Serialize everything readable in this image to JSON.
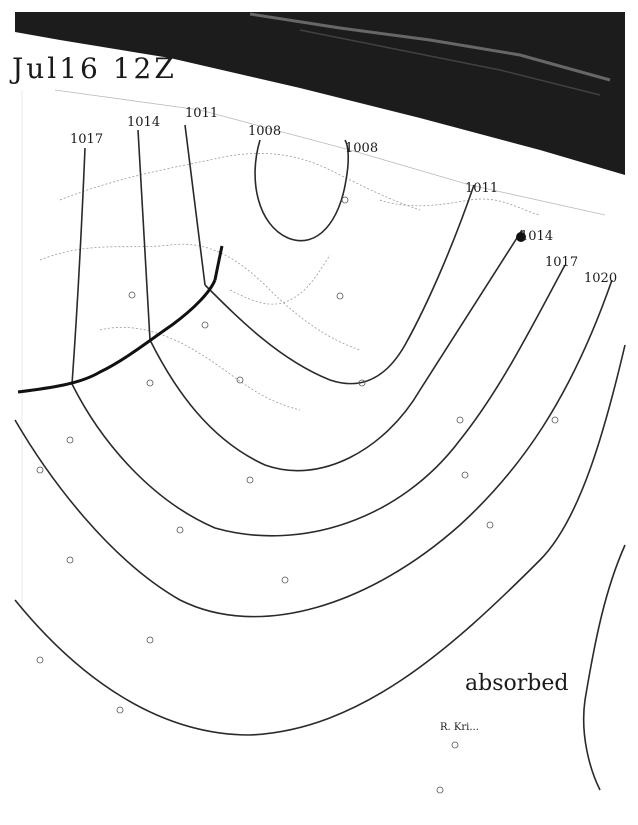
{
  "sheet": {
    "date_label": "Jul16 12Z",
    "annotation": "absorbed",
    "corner_note": "R. Kri..."
  },
  "isobars": [
    {
      "label": "1017"
    },
    {
      "label": "1014"
    },
    {
      "label": "1011"
    },
    {
      "label": "1008"
    },
    {
      "label": "1008"
    },
    {
      "label": "1011"
    },
    {
      "label": "1014"
    },
    {
      "label": "1017"
    },
    {
      "label": "1020"
    }
  ],
  "colors": {
    "ink": "#1a1a1a",
    "scan_dark": "#1c1c1c",
    "paper": "#ffffff"
  }
}
